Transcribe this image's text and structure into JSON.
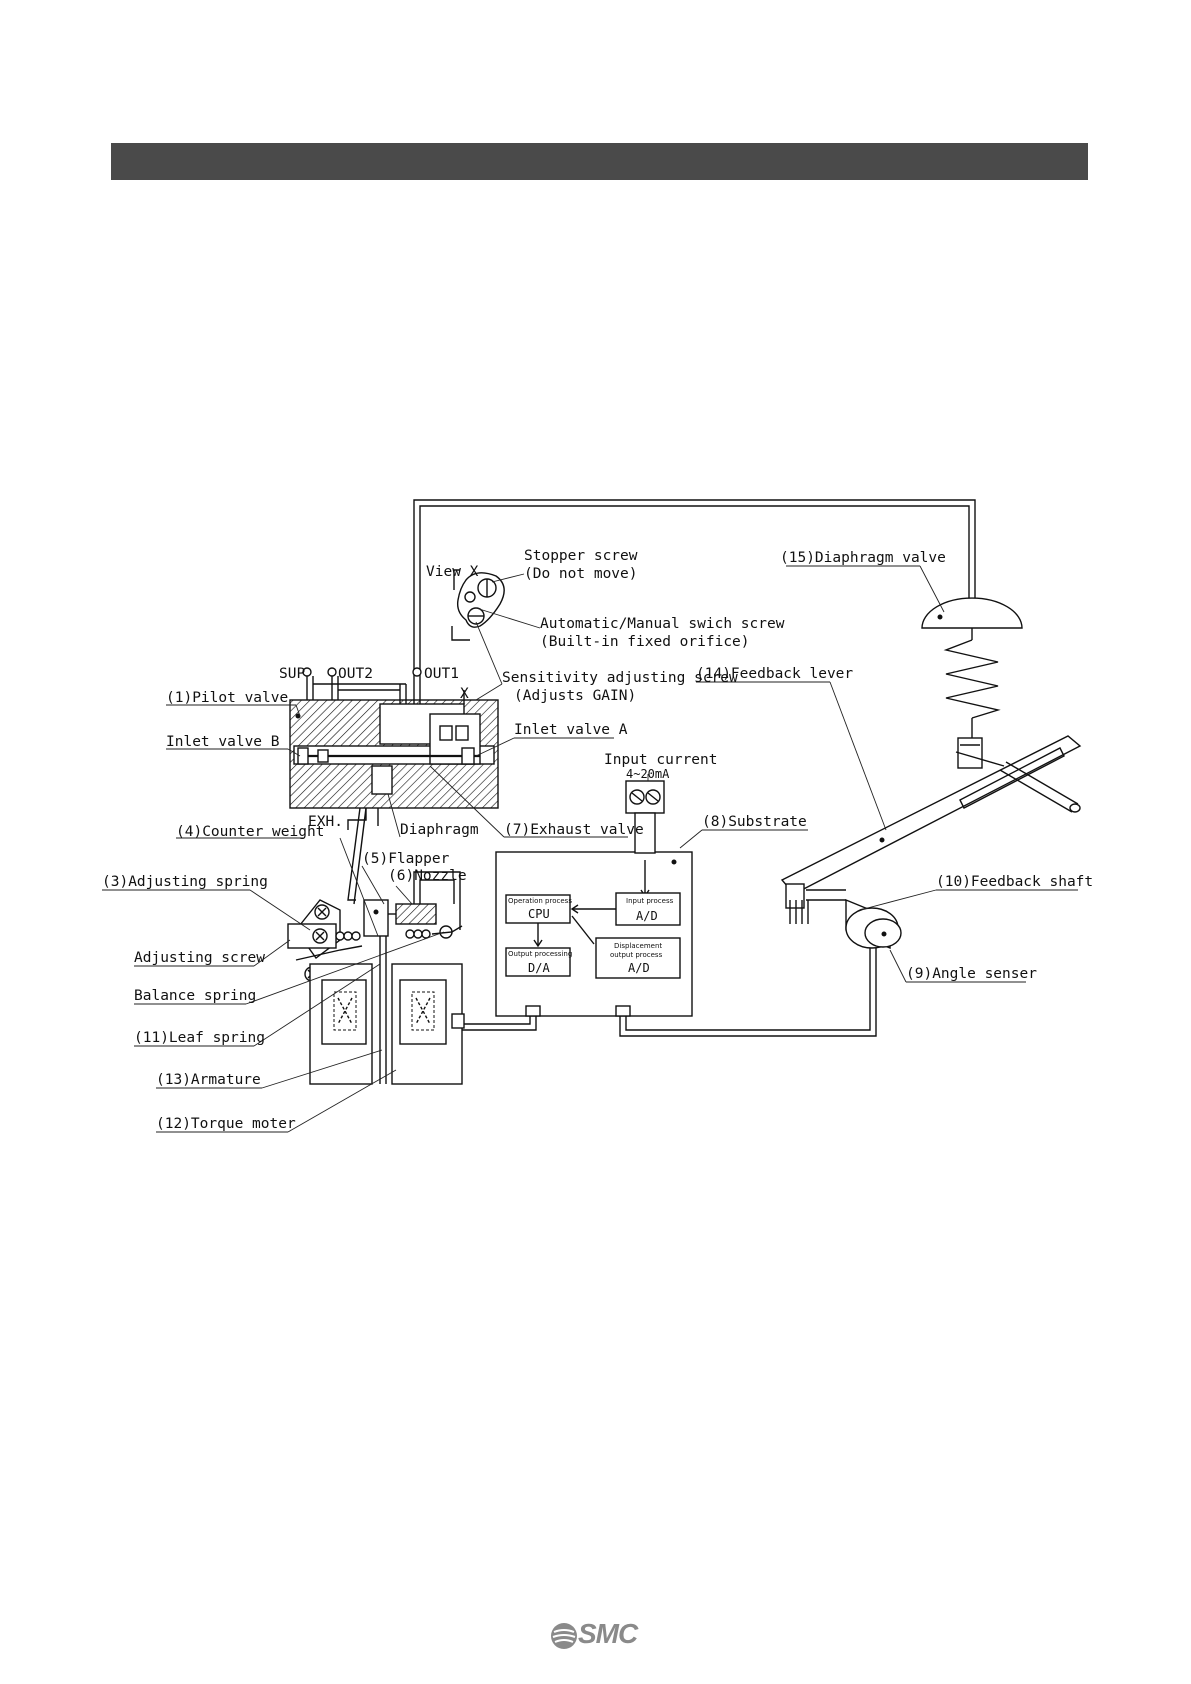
{
  "labels": {
    "stopper_screw": "Stopper screw",
    "do_not_move": "(Do not move)",
    "view_x": "View X",
    "auto_manual": "Automatic/Manual swich screw",
    "builtin_orifice": "(Built-in fixed orifice)",
    "sensitivity": "Sensitivity adjusting screw",
    "adjusts_gain": "(Adjusts GAIN)",
    "diaphragm_valve": "(15)Diaphragm valve",
    "sup": "SUP",
    "out2": "OUT2",
    "out1": "OUT1",
    "x_mark": "X",
    "pilot_valve": "(1)Pilot valve",
    "inlet_valve_b": "Inlet valve B",
    "inlet_valve_a": "Inlet valve A",
    "feedback_lever": "(14)Feedback lever",
    "input_current": "Input current",
    "input_range": "4~20mA",
    "substrate": "(8)Substrate",
    "exh": "EXH.",
    "diaphragm": "Diaphragm",
    "exhaust_valve": "(7)Exhaust valve",
    "counter_weight": "(4)Counter weight",
    "flapper": "(5)Flapper",
    "nozzle": "(6)Nozzle",
    "adjusting_spring": "(3)Adjusting spring",
    "feedback_shaft": "(10)Feedback shaft",
    "adjusting_screw": "Adjusting screw",
    "angle_sensor": "(9)Angle senser",
    "balance_spring": "Balance spring",
    "leaf_spring": "(11)Leaf spring",
    "armature": "(13)Armature",
    "torque_motor": "(12)Torque moter",
    "operation_process": "Operation process",
    "cpu": "CPU",
    "input_process": "Input process",
    "ad1": "A/D",
    "output_processing": "Output processing",
    "da": "D/A",
    "displacement": "Displacement",
    "output_process": "output process",
    "ad2": "A/D"
  },
  "footer": {
    "logo": "SMC"
  },
  "colors": {
    "header_bar": "#4a4a4a",
    "logo": "#8a8a8a"
  }
}
